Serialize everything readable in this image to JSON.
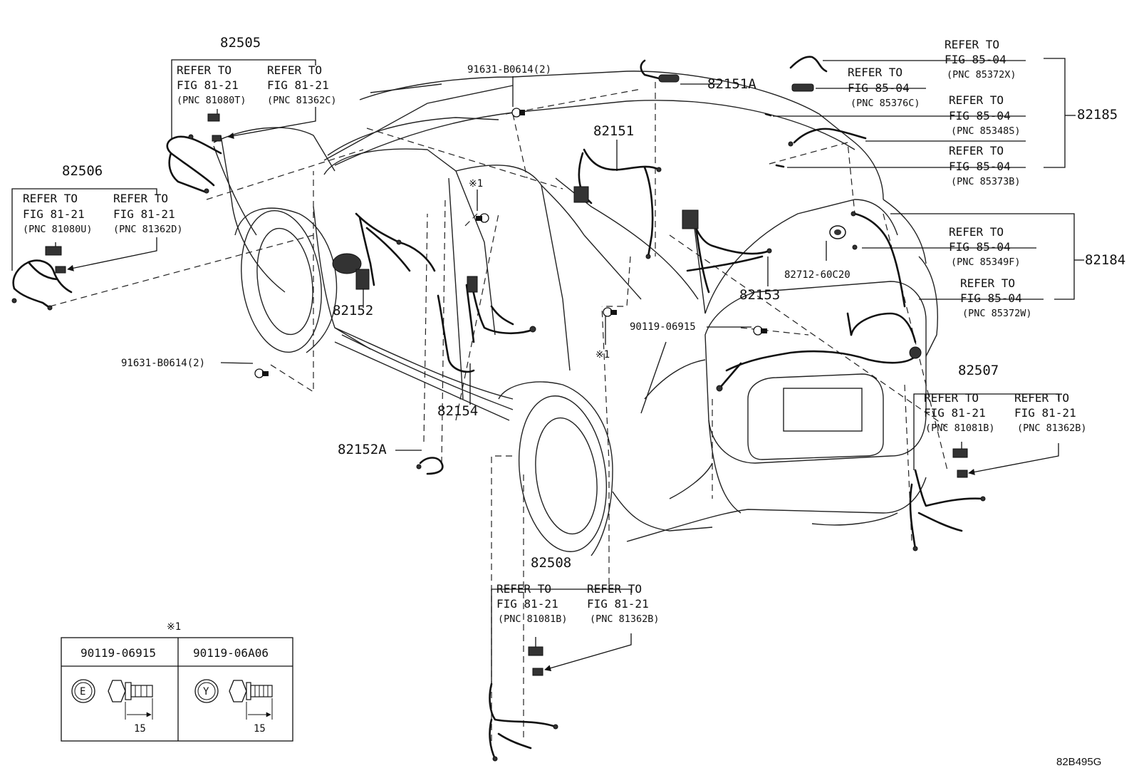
{
  "diagram_code": "82B495G",
  "callouts": {
    "p82505": "82505",
    "p82506": "82506",
    "p82507": "82507",
    "p82508": "82508",
    "p82151": "82151",
    "p82151A": "82151A",
    "p82152": "82152",
    "p82152A": "82152A",
    "p82153": "82153",
    "p82154": "82154",
    "p82184": "82184",
    "p82185": "82185",
    "p82712": "82712-60C20",
    "b91631_top": "91631-B0614(2)",
    "b91631_left": "91631-B0614(2)",
    "b90119": "90119-06915",
    "mark1_a": "※1",
    "mark1_b": "※1"
  },
  "refer_to": "REFER TO",
  "refs": {
    "r82505a": {
      "fig": "FIG 81-21",
      "pnc": "(PNC 81080T)"
    },
    "r82505b": {
      "fig": "FIG 81-21",
      "pnc": "(PNC 81362C)"
    },
    "r82506a": {
      "fig": "FIG 81-21",
      "pnc": "(PNC 81080U)"
    },
    "r82506b": {
      "fig": "FIG 81-21",
      "pnc": "(PNC 81362D)"
    },
    "r82507a": {
      "fig": "FIG 81-21",
      "pnc": "(PNC 81081B)"
    },
    "r82507b": {
      "fig": "FIG 81-21",
      "pnc": "(PNC 81362B)"
    },
    "r82508a": {
      "fig": "FIG 81-21",
      "pnc": "(PNC 81081B)"
    },
    "r82508b": {
      "fig": "FIG 81-21",
      "pnc": "(PNC 81362B)"
    },
    "r85372X": {
      "fig": "FIG 85-04",
      "pnc": "(PNC 85372X)"
    },
    "r85376C": {
      "fig": "FIG 85-04",
      "pnc": "(PNC 85376C)"
    },
    "r85348S": {
      "fig": "FIG 85-04",
      "pnc": "(PNC 85348S)"
    },
    "r85373B": {
      "fig": "FIG 85-04",
      "pnc": "(PNC 85373B)"
    },
    "r85349F": {
      "fig": "FIG 85-04",
      "pnc": "(PNC 85349F)"
    },
    "r85372W": {
      "fig": "FIG 85-04",
      "pnc": "(PNC 85372W)"
    }
  },
  "legend": {
    "mark": "※1",
    "bolt_a": {
      "part": "90119-06915",
      "head_letter": "E",
      "length": "15"
    },
    "bolt_b": {
      "part": "90119-06A06",
      "head_letter": "Y",
      "length": "15"
    }
  }
}
